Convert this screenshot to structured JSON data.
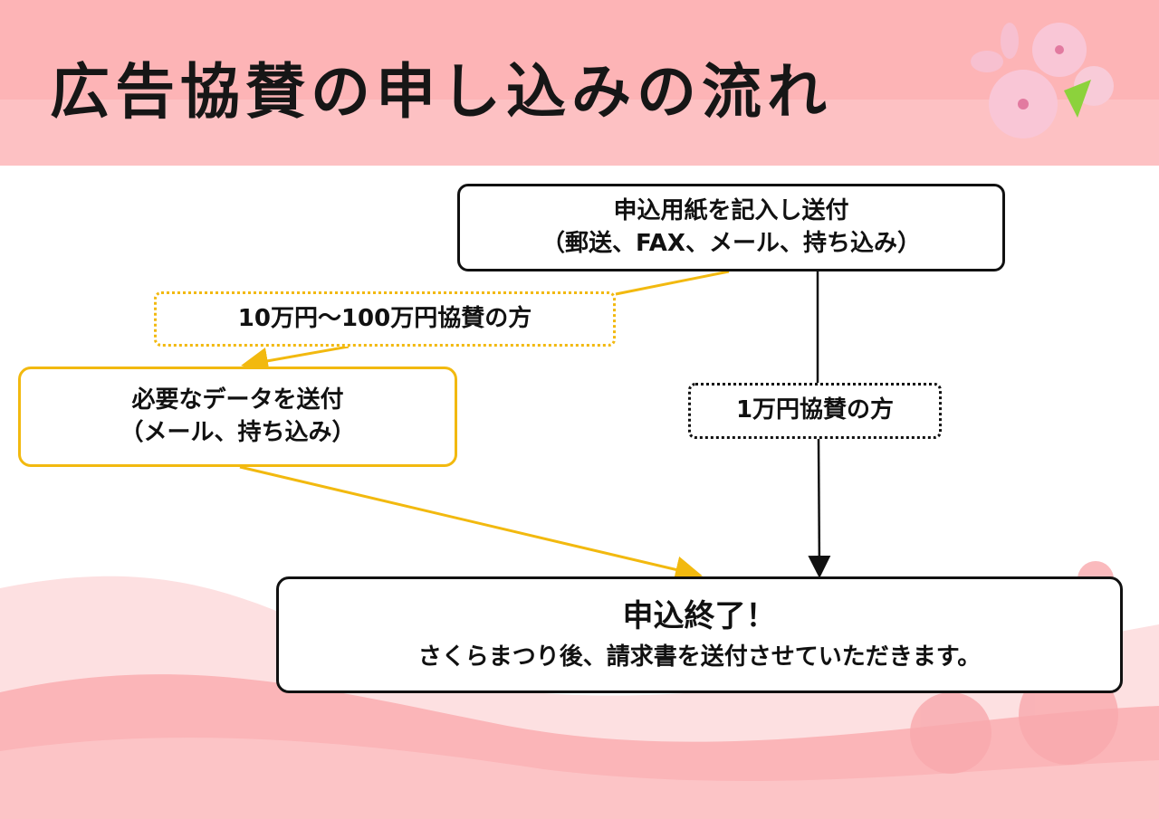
{
  "title": "広告協賛の申し込みの流れ",
  "steps": {
    "submit": {
      "line1": "申込用紙を記入し送付",
      "line2": "（郵送、FAX、メール、持ち込み）"
    },
    "large_sponsor_label": "10万円〜100万円協賛の方",
    "send_data": {
      "line1": "必要なデータを送付",
      "line2": "（メール、持ち込み）"
    },
    "small_sponsor_label": "1万円協賛の方",
    "complete": {
      "heading": "申込終了！",
      "note": "さくらまつり後、請求書を送付させていただきます。"
    }
  },
  "colors": {
    "header_top": "#fdb4b6",
    "header_bottom": "#fdc1c3",
    "accent_yellow": "#f2b90f",
    "line": "#111111"
  }
}
